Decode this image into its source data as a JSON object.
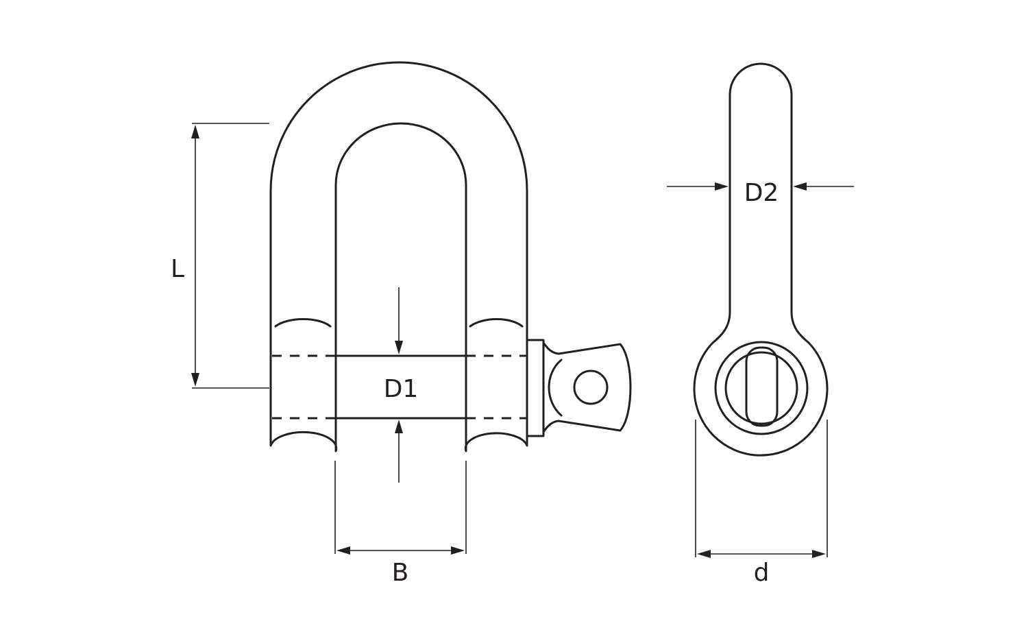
{
  "labels": {
    "length": "L",
    "pin_diameter": "D1",
    "body_diameter": "D2",
    "inside_width": "B",
    "eye_diameter": "d"
  },
  "colors": {
    "line": "#231f20",
    "background": "#ffffff"
  }
}
